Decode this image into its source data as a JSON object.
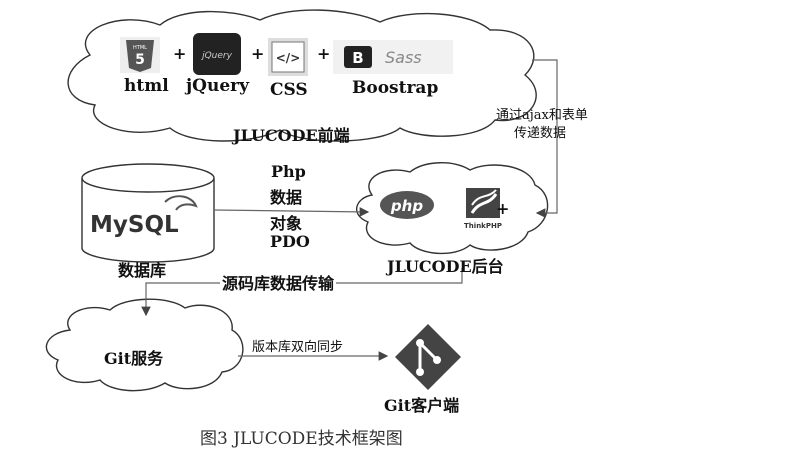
{
  "frontend": {
    "items": [
      {
        "label": "html",
        "icon_text": "HTML"
      },
      {
        "label": "jQuery",
        "icon_text": "jQuery"
      },
      {
        "label": "CSS",
        "icon_text": "</>"
      },
      {
        "label": "Boostrap",
        "icon_text": "B",
        "icon_text2": "Sass"
      }
    ],
    "plus": "+",
    "title": "JLUCODE前端"
  },
  "edge_front_back": {
    "line1": "通过ajax和表单",
    "line2": "传递数据"
  },
  "database": {
    "title": "数据库",
    "logo_text": "MySQL"
  },
  "edge_db_back": {
    "lines": [
      "Php",
      "数据",
      "对象",
      "PDO"
    ]
  },
  "backend": {
    "title": "JLUCODE后台",
    "php_text": "php",
    "plus": "+",
    "thinkphp_text": "ThinkPHP"
  },
  "edge_source": {
    "label": "源码库数据传输"
  },
  "git_service": {
    "title": "Git服务"
  },
  "edge_git": {
    "label": "版本库双向同步"
  },
  "git_client": {
    "title": "Git客户端"
  },
  "caption": "图3   JLUCODE技术框架图"
}
